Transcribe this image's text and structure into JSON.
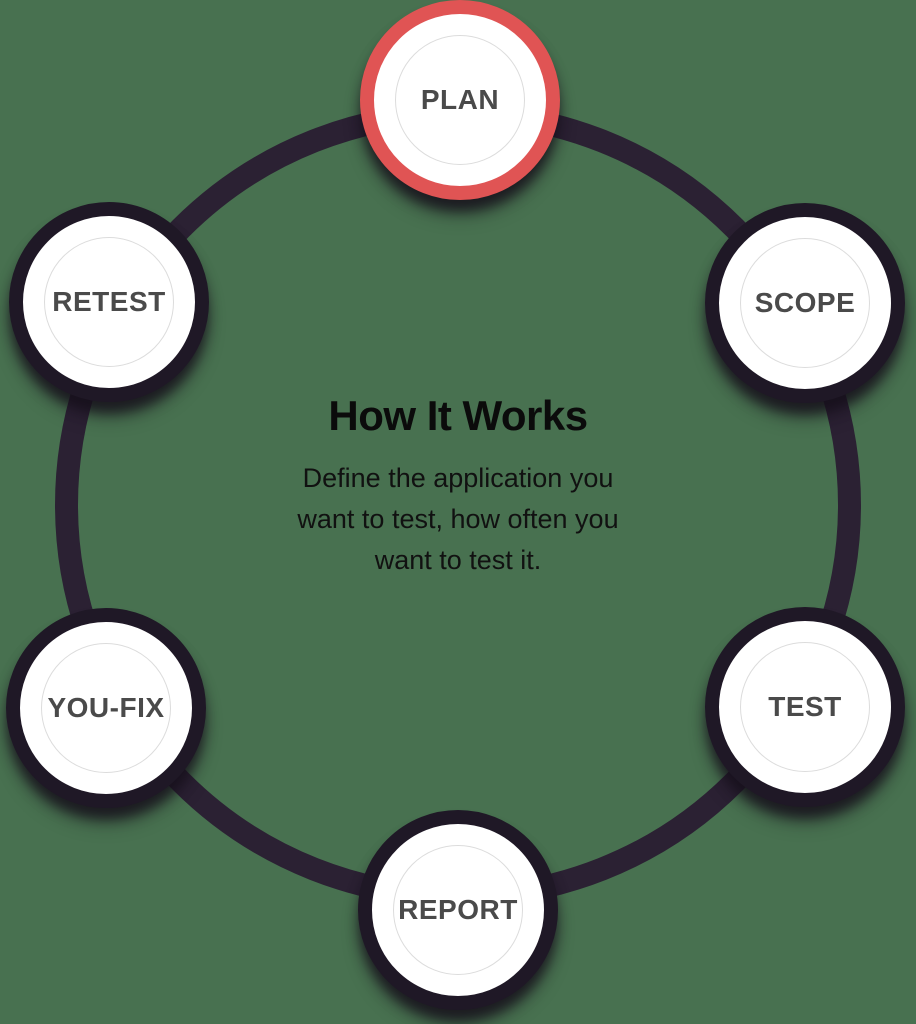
{
  "diagram": {
    "center": {
      "title": "How It Works",
      "description": "Define the application you want to test, how often you want to test it.",
      "description_lines": [
        "Define the application you",
        "want to test, how often you",
        "want to test it."
      ]
    },
    "nodes": [
      {
        "label": "PLAN",
        "active": true
      },
      {
        "label": "SCOPE",
        "active": false
      },
      {
        "label": "TEST",
        "active": false
      },
      {
        "label": "REPORT",
        "active": false
      },
      {
        "label": "YOU-FIX",
        "active": false
      },
      {
        "label": "RETEST",
        "active": false
      }
    ],
    "colors": {
      "background": "#487150",
      "cycle_ring": "#2b2133",
      "node_ring": "#1f1826",
      "active_node_ring": "#e05454",
      "node_fill": "#ffffff",
      "node_label": "#4a4a4a",
      "inner_circle": "#dcdcdc",
      "heading_text": "#0b0b0b",
      "body_text": "#111111"
    }
  }
}
